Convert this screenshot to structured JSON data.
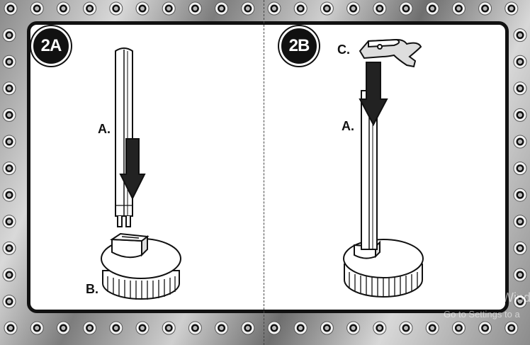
{
  "panels": [
    {
      "badge": "2A",
      "labels": {
        "part_a": "A.",
        "part_b": "B."
      }
    },
    {
      "badge": "2B",
      "labels": {
        "part_c": "C.",
        "part_a": "A."
      }
    }
  ],
  "watermark": {
    "line1": "Wind",
    "line2": "Go to Settings to a"
  },
  "colors": {
    "frame": "#111111",
    "panel": "#ffffff",
    "rivet_center": "#111111"
  }
}
